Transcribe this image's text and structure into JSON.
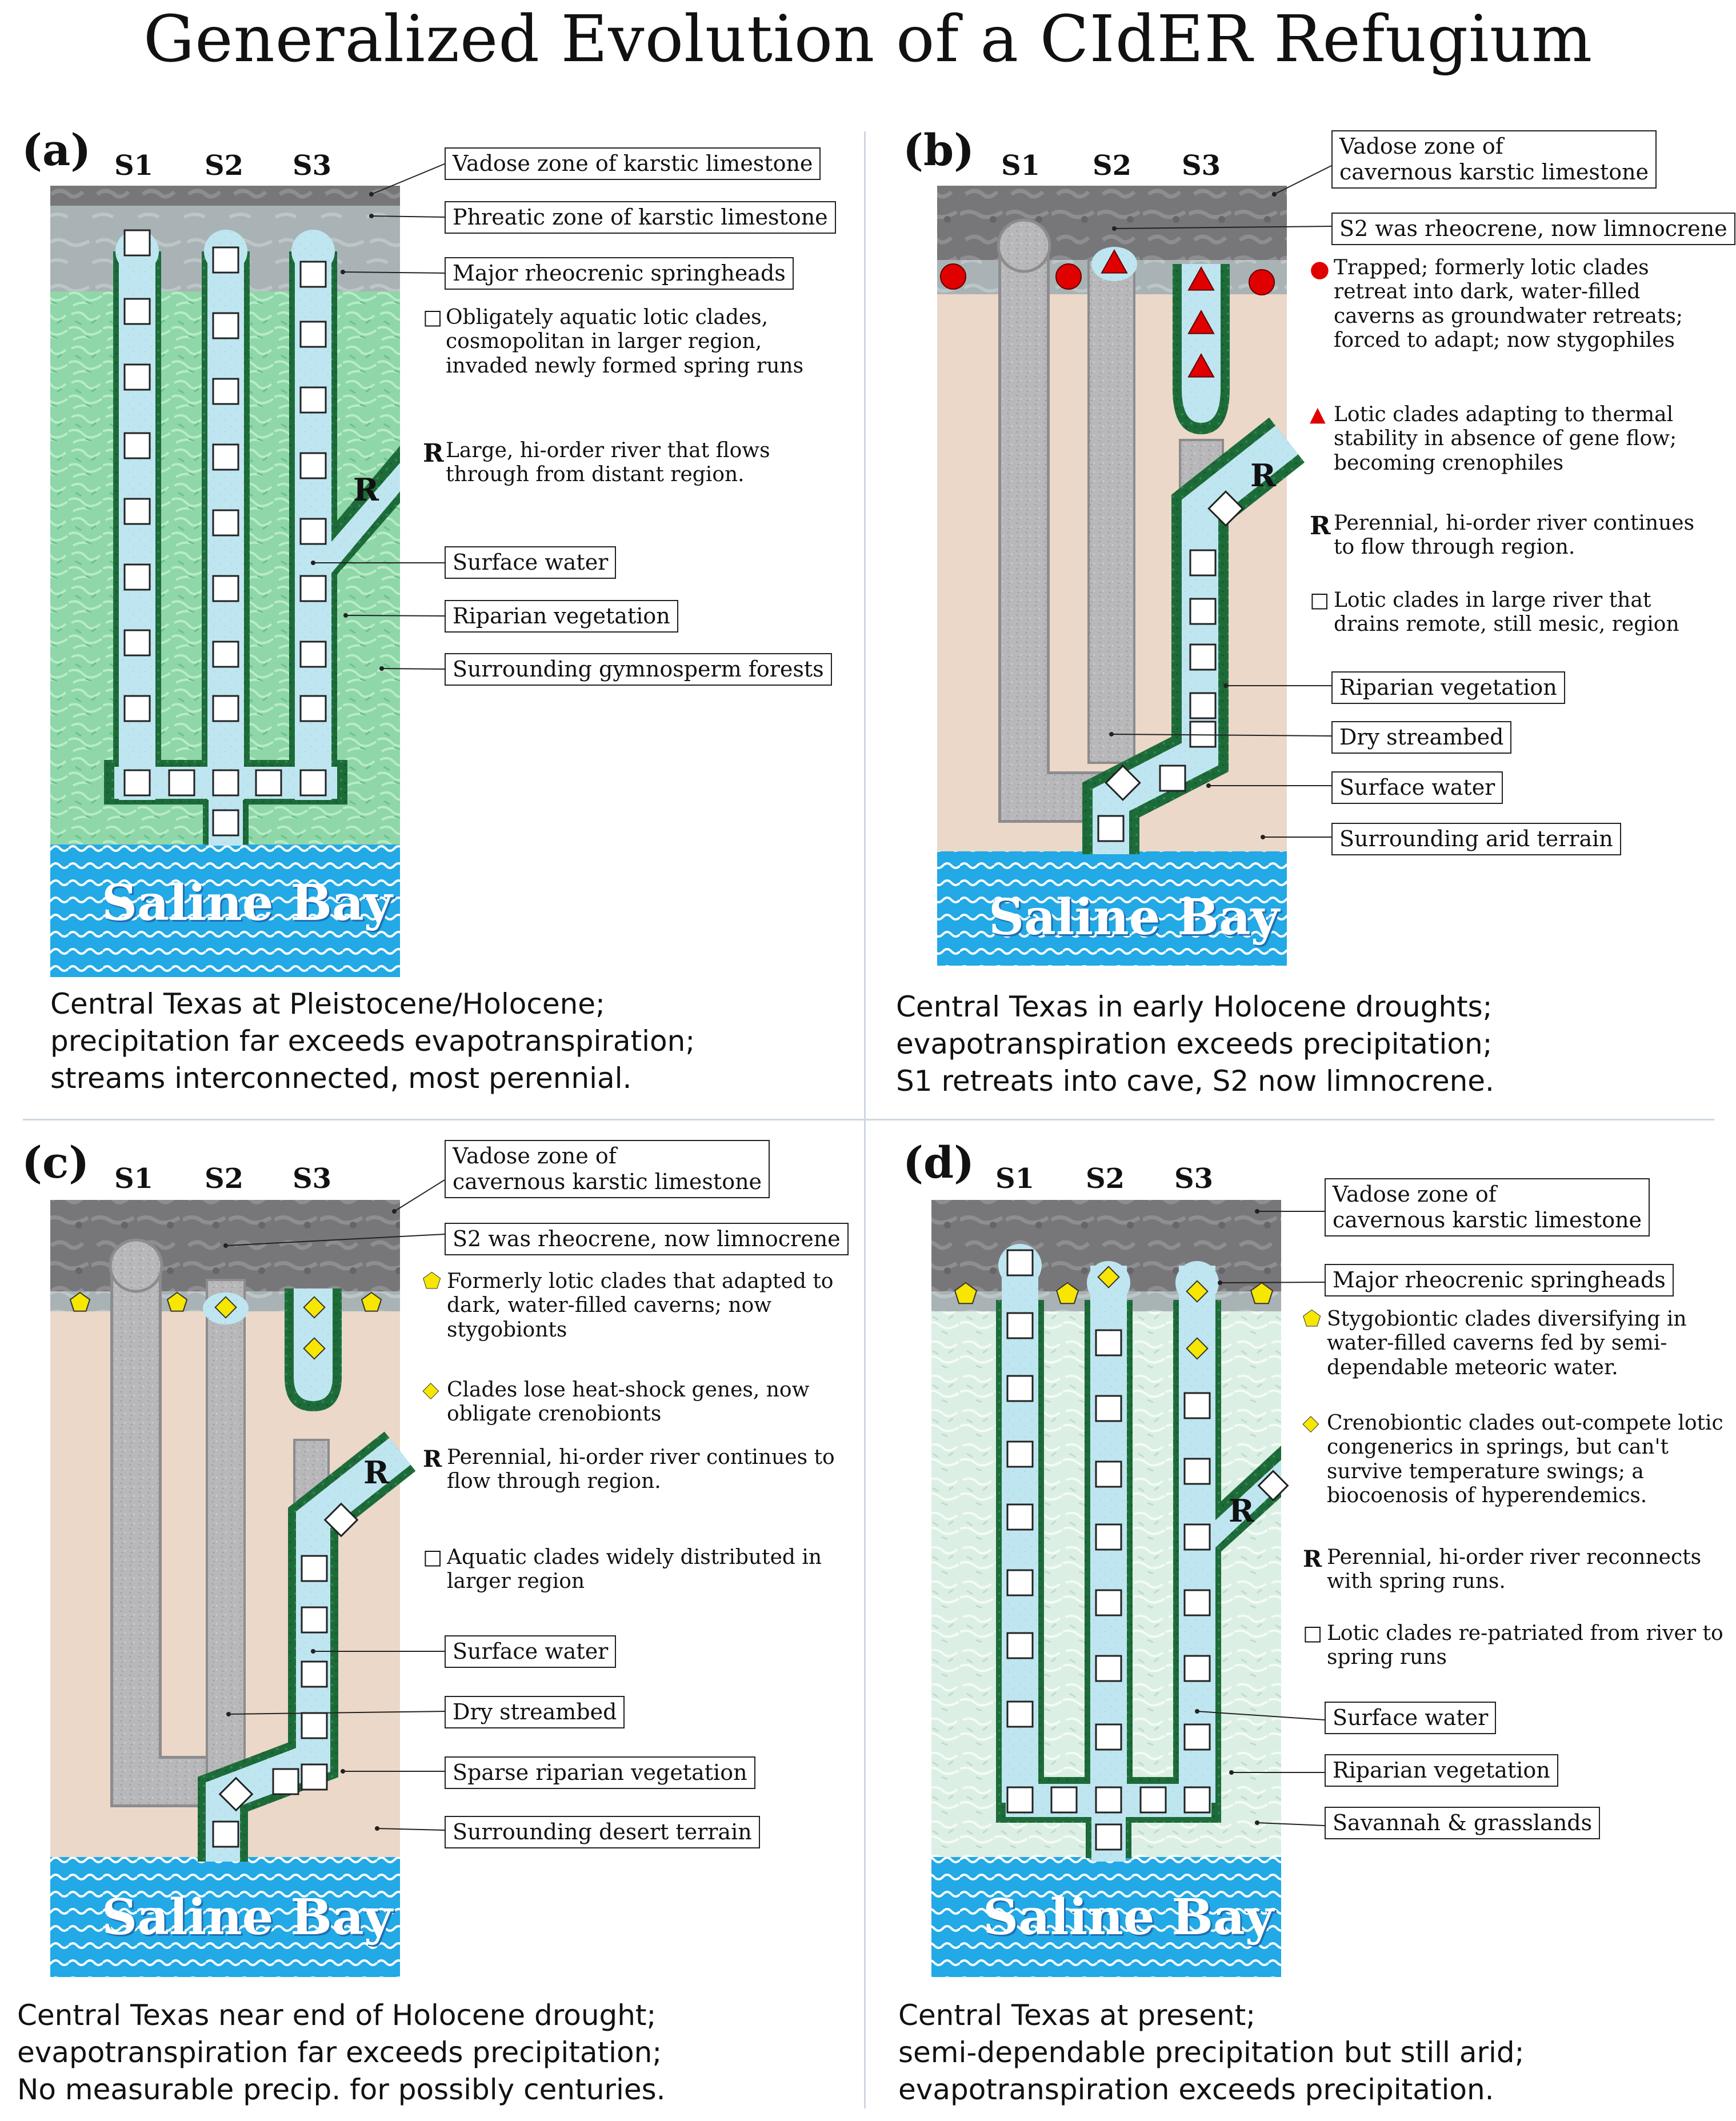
{
  "title": "Generalized Evolution of a CIdER Refugium",
  "colors": {
    "water": "#bfe6f0",
    "riparian": "#1e6b3a",
    "limestone_dark": "#77777a",
    "limestone_light": "#a9b3b5",
    "forest": "#8fd6a8",
    "arid": "#ecd8c8",
    "dry_bed": "#b8b8ba",
    "bay": "#22a9e6",
    "grass": "#dcefe4",
    "red": "#e00000",
    "yellow": "#f7e600"
  },
  "panels": {
    "a": {
      "label": "(a)",
      "s1": "S1",
      "s2": "S2",
      "s3": "S3",
      "bay": "Saline Bay",
      "river": "R",
      "boxes": [
        "Vadose zone of karstic limestone",
        "Phreatic zone of karstic limestone",
        "Major rheocrenic springheads",
        "Surface water",
        "Riparian vegetation",
        "Surrounding gymnosperm forests"
      ],
      "notes": [
        {
          "sym": "□",
          "text": "Obligately aquatic lotic clades, cosmopolitan in larger region, invaded newly formed spring runs"
        },
        {
          "sym": "R",
          "text": "Large, hi-order river that flows through from distant region."
        }
      ],
      "caption": [
        "Central Texas at Pleistocene/Holocene;",
        "precipitation far exceeds evapotranspiration;",
        "streams interconnected, most perennial."
      ]
    },
    "b": {
      "label": "(b)",
      "s1": "S1",
      "s2": "S2",
      "s3": "S3",
      "bay": "Saline Bay",
      "river": "R",
      "boxes": [
        "Vadose zone of",
        "cavernous karstic limestone",
        "S2 was rheocrene, now limnocrene",
        "Riparian vegetation",
        "Dry streambed",
        "Surface water",
        "Surrounding arid terrain"
      ],
      "notes": [
        {
          "sym": "●",
          "text": "Trapped; formerly lotic clades retreat into dark, water-filled caverns as groundwater retreats; forced to adapt; now stygophiles"
        },
        {
          "sym": "▲",
          "text": "Lotic clades adapting to thermal stability in absence of gene flow; becoming crenophiles"
        },
        {
          "sym": "R",
          "text": "Perennial, hi-order river continues to flow through region."
        },
        {
          "sym": "□",
          "text": "Lotic clades in large river that drains remote, still mesic, region"
        }
      ],
      "caption": [
        "Central Texas in early Holocene droughts;",
        "evapotranspiration exceeds precipitation;",
        "S1 retreats into cave, S2 now limnocrene."
      ]
    },
    "c": {
      "label": "(c)",
      "s1": "S1",
      "s2": "S2",
      "s3": "S3",
      "bay": "Saline Bay",
      "river": "R",
      "boxes": [
        "Vadose zone of",
        "cavernous karstic limestone",
        "S2 was rheocrene, now limnocrene",
        "Surface water",
        "Dry streambed",
        "Sparse riparian vegetation",
        "Surrounding desert terrain"
      ],
      "notes": [
        {
          "sym": "⬟",
          "text": "Formerly lotic clades that adapted to dark, water-filled caverns; now stygobionts"
        },
        {
          "sym": "◆",
          "text": "Clades lose heat-shock genes, now obligate crenobionts"
        },
        {
          "sym": "R",
          "text": "Perennial, hi-order river continues to flow through region."
        },
        {
          "sym": "□",
          "text": "Aquatic clades widely distributed in larger region"
        }
      ],
      "caption": [
        "Central Texas near end of Holocene drought;",
        "evapotranspiration far exceeds precipitation;",
        "No measurable precip. for possibly centuries."
      ]
    },
    "d": {
      "label": "(d)",
      "s1": "S1",
      "s2": "S2",
      "s3": "S3",
      "bay": "Saline Bay",
      "river": "R",
      "boxes": [
        "Vadose zone of",
        "cavernous karstic limestone",
        "Major rheocrenic springheads",
        "Surface water",
        "Riparian vegetation",
        "Savannah & grasslands"
      ],
      "notes": [
        {
          "sym": "⬟",
          "text": "Stygobiontic clades diversifying in water-filled caverns fed by semi-dependable meteoric water."
        },
        {
          "sym": "◆",
          "text": "Crenobiontic clades out-compete lotic congenerics in springs, but can't survive temperature swings; a biocoenosis of hyperendemics."
        },
        {
          "sym": "R",
          "text": "Perennial, hi-order river reconnects with spring runs."
        },
        {
          "sym": "□",
          "text": "Lotic clades re-patriated from river to spring runs"
        }
      ],
      "caption": [
        "Central Texas at present;",
        "semi-dependable precipitation but still arid;",
        "evapotranspiration exceeds precipitation."
      ]
    }
  }
}
